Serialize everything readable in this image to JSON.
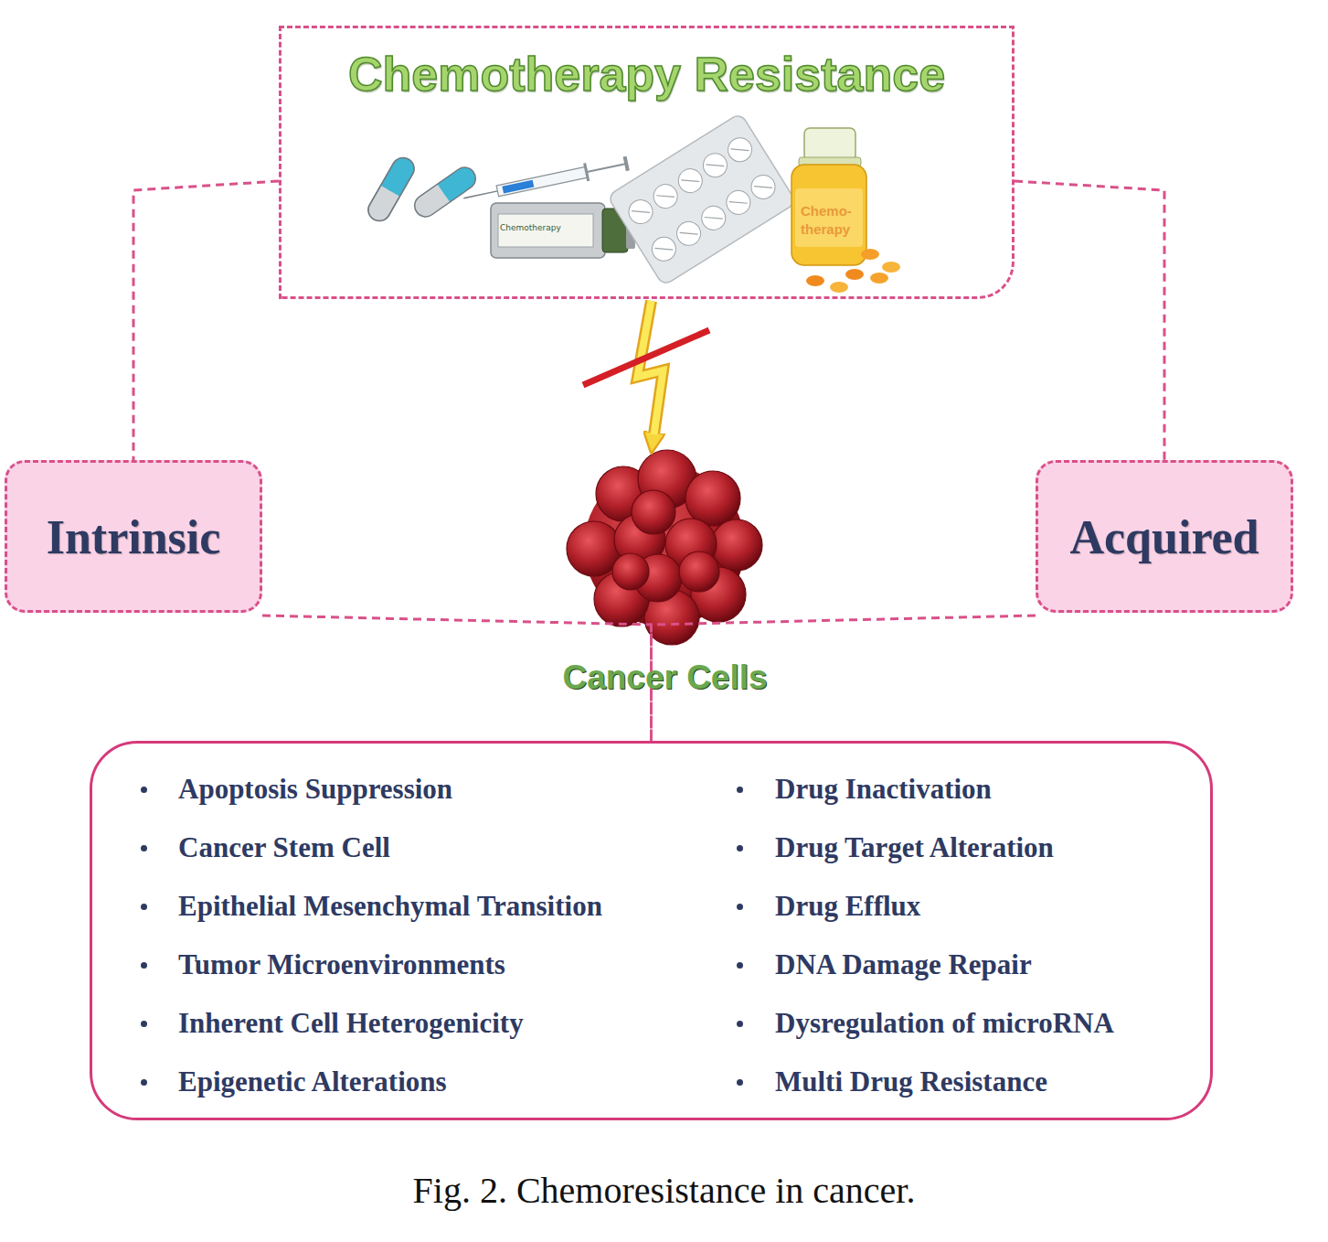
{
  "diagram": {
    "caption": "Fig. 2. Chemoresistance in cancer.",
    "nodes": [
      {
        "text": [
          "Chemotherapy Resistance"
        ]
      },
      {
        "text": [
          "Intrinsic"
        ]
      },
      {
        "text": [
          "Acquired"
        ]
      },
      {
        "text": [
          "Cancer Cells"
        ]
      },
      {
        "text": [
          "Apoptosis Suppression",
          "Cancer Stem Cell",
          "Epithelial Mesenchymal Transition",
          "Tumor Microenvironments",
          "Inherent Cell Heterogenicity",
          "Epigenetic Alterations",
          "Drug Inactivation",
          "Drug Target Alteration",
          "Drug Efflux",
          "DNA Damage Repair",
          "Dysregulation of microRNA",
          "Multi Drug Resistance"
        ]
      }
    ],
    "edges": [
      {
        "from": 0,
        "to": 1,
        "arrow": "none"
      },
      {
        "from": 1,
        "to": 4,
        "arrow": "none"
      },
      {
        "from": 0,
        "to": 2,
        "arrow": "none"
      },
      {
        "from": 2,
        "to": 4,
        "arrow": "none"
      },
      {
        "from": 0,
        "to": 3,
        "arrow": "to"
      }
    ],
    "labels": [
      "Chemotherapy",
      "Chemo- therapy"
    ]
  }
}
